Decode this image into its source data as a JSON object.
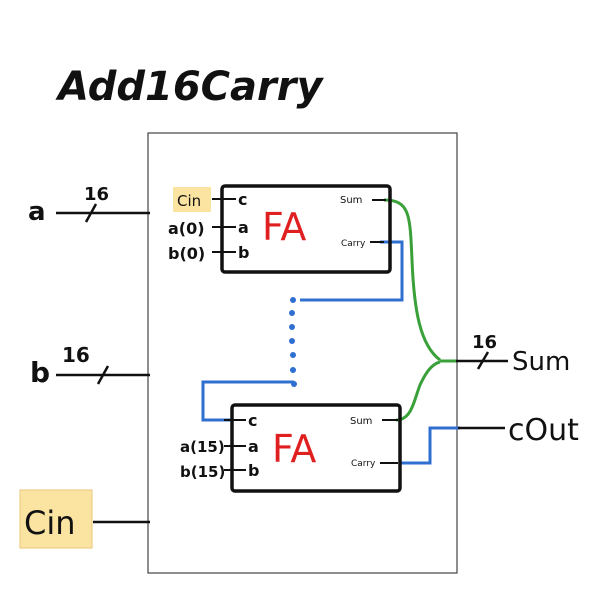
{
  "title": "Add16Carry",
  "inputs": {
    "a": "a",
    "a_width": "16",
    "b": "b",
    "b_width": "16",
    "cin": "Cin"
  },
  "outputs": {
    "sum": "Sum",
    "sum_width": "16",
    "cout": "cOut"
  },
  "adders": [
    {
      "name": "FA",
      "carry_in_tag": "Cin",
      "ports_in": [
        "c",
        "a",
        "b"
      ],
      "port_signals": [
        "a(0)",
        "b(0)"
      ],
      "ports_out": [
        "Sum",
        "Carry"
      ]
    },
    {
      "name": "FA",
      "ports_in": [
        "c",
        "a",
        "b"
      ],
      "port_signals": [
        "a(15)",
        "b(15)"
      ],
      "ports_out": [
        "Sum",
        "Carry"
      ]
    }
  ],
  "colors": {
    "sum_wire": "#3aa03a",
    "carry_wire": "#2e6fd0",
    "label": "#e02020",
    "highlight": "#fbe3a1"
  }
}
